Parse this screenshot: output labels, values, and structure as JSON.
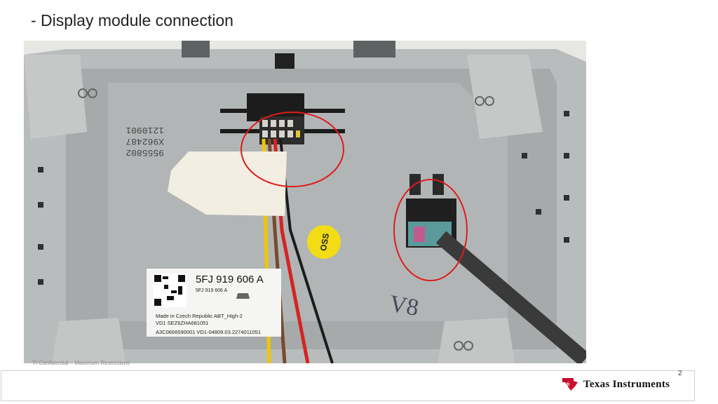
{
  "slide": {
    "title": "- Display module connection",
    "page_number": "2",
    "confidential": "TI Confidential – Maximum Restrictions"
  },
  "photo": {
    "label_lines": [
      "5FJ 919 606 A",
      "5FJ 919 606 A",
      "Made in Czech Republic   ABT_High-2",
      "VD1                SEZ6ZHA681051",
      "A3C0666590001  VD1-04809.03.2274011051"
    ],
    "sticker_text": "OSS",
    "marker_text": "V8",
    "mirrored_text": [
      "X962487",
      "1210901",
      "9555802"
    ]
  },
  "brand": {
    "name": "Texas Instruments",
    "logo_color": "#c8102e"
  }
}
